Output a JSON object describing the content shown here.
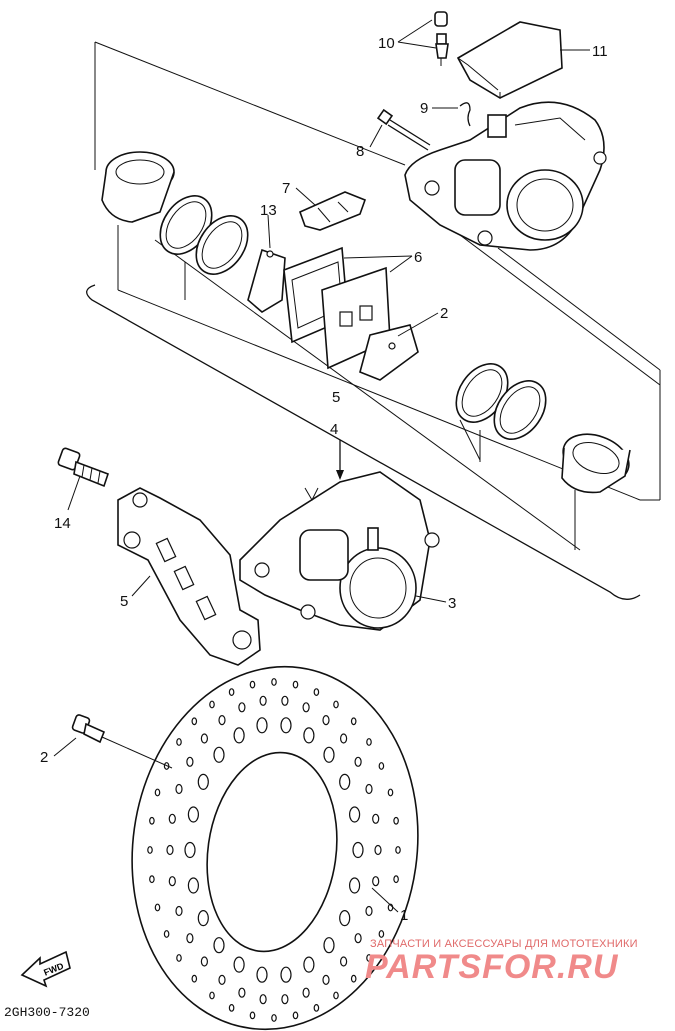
{
  "diagram_code": "2GH300-7320",
  "fwd_label": "FWD",
  "watermark": {
    "tagline": "ЗАПЧАСТИ И АКСЕССУАРЫ ДЛЯ МОТОТЕХНИКИ",
    "logo": "PARTSFOR.RU"
  },
  "callouts": [
    {
      "id": "c10",
      "text": "10"
    },
    {
      "id": "c11",
      "text": "11"
    },
    {
      "id": "c9",
      "text": "9"
    },
    {
      "id": "c8",
      "text": "8"
    },
    {
      "id": "c7",
      "text": "7"
    },
    {
      "id": "c13",
      "text": "13"
    },
    {
      "id": "c6",
      "text": "6"
    },
    {
      "id": "c2a",
      "text": "2"
    },
    {
      "id": "c5a",
      "text": "5"
    },
    {
      "id": "c4",
      "text": "4"
    },
    {
      "id": "c14",
      "text": "14"
    },
    {
      "id": "c5b",
      "text": "5"
    },
    {
      "id": "c3",
      "text": "3"
    },
    {
      "id": "c2b",
      "text": "2"
    },
    {
      "id": "c1",
      "text": "1"
    }
  ],
  "colors": {
    "line": "#111111",
    "watermark_text": "#e06a6a",
    "watermark_logo": "#f08a8a"
  }
}
